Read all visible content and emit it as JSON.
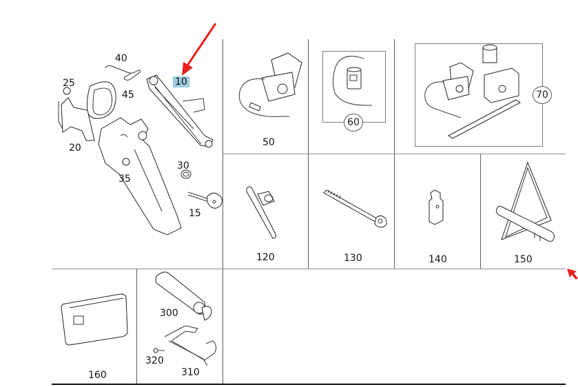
{
  "diagram": {
    "type": "parts-catalog-illustration",
    "main_assembly": {
      "labels": [
        {
          "id": "10",
          "text": "10",
          "highlighted": true
        },
        {
          "id": "15",
          "text": "15"
        },
        {
          "id": "20",
          "text": "20"
        },
        {
          "id": "25",
          "text": "25"
        },
        {
          "id": "30",
          "text": "30"
        },
        {
          "id": "35",
          "text": "35"
        },
        {
          "id": "40",
          "text": "40"
        },
        {
          "id": "45",
          "text": "45"
        }
      ]
    },
    "cells": [
      {
        "id": "50",
        "label": "50",
        "framed": false
      },
      {
        "id": "60",
        "label": "60",
        "framed": true
      },
      {
        "id": "70",
        "label": "70",
        "framed": true
      },
      {
        "id": "120",
        "label": "120",
        "framed": false
      },
      {
        "id": "130",
        "label": "130",
        "framed": false
      },
      {
        "id": "140",
        "label": "140",
        "framed": false
      },
      {
        "id": "150",
        "label": "150",
        "framed": false
      },
      {
        "id": "160",
        "label": "160",
        "framed": false
      },
      {
        "id": "300",
        "label": "300",
        "framed": false
      },
      {
        "id": "310",
        "label": "310",
        "framed": false
      },
      {
        "id": "320",
        "label": "320",
        "framed": false
      }
    ],
    "annotations": {
      "arrow_color": "#e8201c",
      "highlight_color": "#9ccbe0",
      "highlighted_part": "10"
    }
  }
}
